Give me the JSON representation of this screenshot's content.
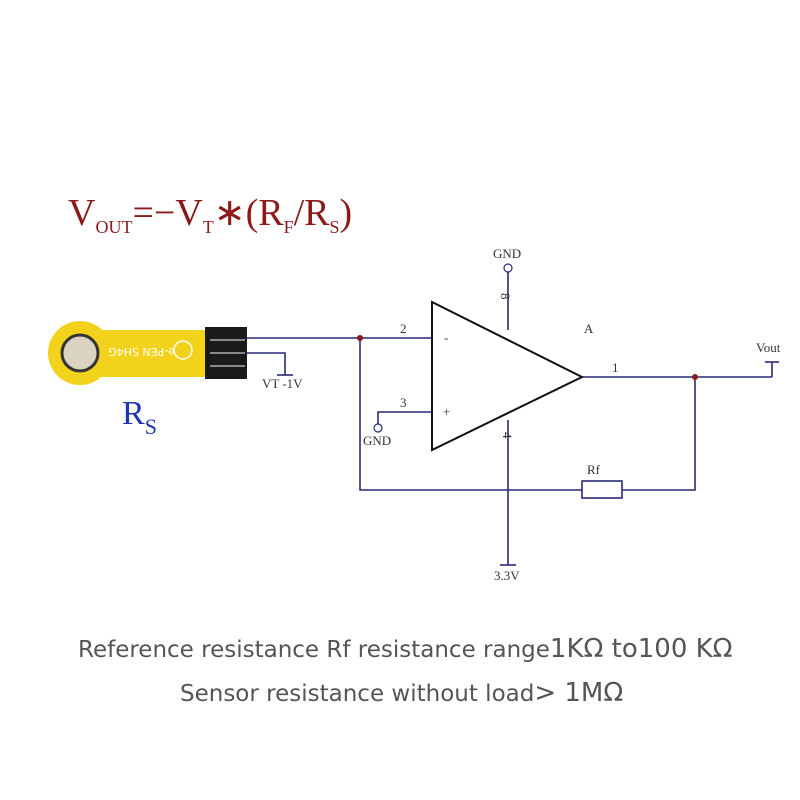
{
  "formula": {
    "v": "V",
    "out_sub": "OUT",
    "eq": "=−V",
    "t_sub": "T",
    "mid": "∗(R",
    "f_sub": "F",
    "slash": "/R",
    "s_sub": "S",
    "close": ")"
  },
  "rs_label": {
    "r": "R",
    "sub": "S"
  },
  "sensor": {
    "text": "e-PEN SH4G"
  },
  "pins": {
    "pin2": "2",
    "pin3": "3",
    "pin1": "1",
    "pin8": "8",
    "pin4": "4"
  },
  "labels": {
    "gnd_top": "GND",
    "gnd_left": "GND",
    "vt": "VT -1V",
    "vout": "Vout",
    "rf": "Rf",
    "supply": "3.3V",
    "amp": "A",
    "minus": "-",
    "plus": "+"
  },
  "captions": {
    "line1_text": "Reference resistance Rf resistance range",
    "line1_value": "1KΩ to100 KΩ",
    "line2_text": "Sensor resistance without load",
    "line2_value": "> 1MΩ"
  },
  "colors": {
    "wire": "#2a2a7a",
    "node": "#8b1a1a",
    "sensor": "#f2d21a",
    "formula": "#8b1a1a",
    "rs": "#1e35b8"
  }
}
